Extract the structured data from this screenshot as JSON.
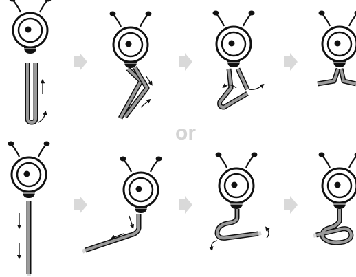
{
  "separator_text": "or",
  "colors": {
    "outline": "#111111",
    "cable": "#9a9a9a",
    "cable_end": "#d8d8d8",
    "step_arrow": "#d9d9d9",
    "label": "#d4d4d4",
    "background": "#ffffff"
  },
  "rows": [
    {
      "name": "top-row",
      "steps": [
        {
          "pose": "cable-straight-down-folded-up",
          "motion_arrows": 2
        },
        {
          "pose": "cable-bent-into-v",
          "motion_arrows": 2
        },
        {
          "pose": "cable-folded-into-loop-legs",
          "motion_arrows": 2
        },
        {
          "pose": "standing-on-flat-base",
          "motion_arrows": 0
        }
      ]
    },
    {
      "name": "bottom-row",
      "steps": [
        {
          "pose": "cable-straight-down",
          "motion_arrows": 2
        },
        {
          "pose": "cable-bent-sideways",
          "motion_arrows": 2
        },
        {
          "pose": "cable-bent-into-u",
          "motion_arrows": 2
        },
        {
          "pose": "cable-coiled-into-ring-base",
          "motion_arrows": 0
        }
      ]
    }
  ],
  "icons": [
    "camera-icon",
    "chevron-right-icon",
    "small-arrow-icon"
  ]
}
